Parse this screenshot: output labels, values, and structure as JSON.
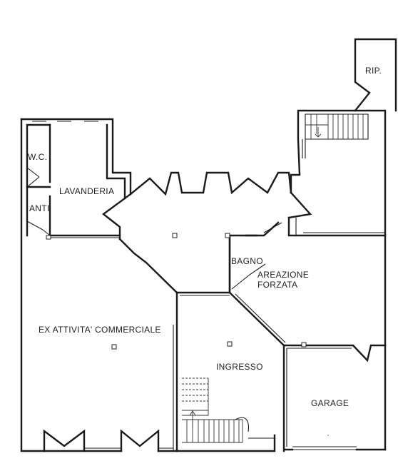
{
  "rooms": {
    "rip": "RIP.",
    "wc": "W.C.",
    "lavanderia": "LAVANDERIA",
    "anti": "ANTI",
    "bagno": "BAGNO",
    "areazione_1": "AREAZIONE",
    "areazione_2": "FORZATA",
    "ex_attivita": "EX ATTIVITA' COMMERCIALE",
    "ingresso": "INGRESSO",
    "garage": "GARAGE"
  }
}
